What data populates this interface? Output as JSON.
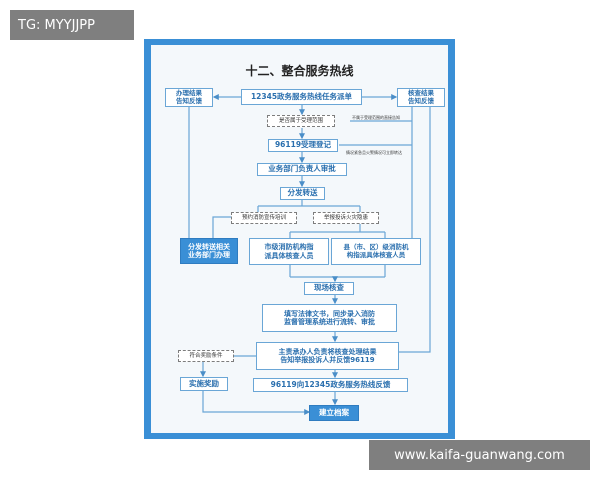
{
  "title": "十二、整合服务热线",
  "watermarks": {
    "top_left": "TG: MYYJJPP",
    "bottom_right": "www.kaifa-guanwang.com"
  },
  "nodes": {
    "dispatch": "12345政务服务热线任务派单",
    "result_left": [
      "办理结果",
      "告知反馈"
    ],
    "result_right": [
      "核查结果",
      "告知反馈"
    ],
    "scope_check": "是否属于受理范围",
    "register": "96119受理登记",
    "dept_review": "业务部门负责人审批",
    "distribute": "分发转送",
    "training": "预约消防宣传培训",
    "report_hazard": "举报投诉火灾隐患",
    "forward_dept": [
      "分发转送相关",
      "业务部门办理"
    ],
    "city_staff": [
      "市级消防机构指",
      "派具体核查人员"
    ],
    "county_staff": [
      "县（市、区）级消防机",
      "构指派具体核查人员"
    ],
    "site_check": "现场核查",
    "legal_docs": [
      "填写法律文书，同步录入消防",
      "监督管理系统进行流转、审批"
    ],
    "responsible": [
      "主责承办人负责将核查处理结果",
      "告知举报投诉人并反馈96119"
    ],
    "reward_condition": "符合奖励条件",
    "reward": "实施奖励",
    "feedback_12345": "96119向12345政务服务热线反馈",
    "archive": "建立档案"
  },
  "notes": {
    "not_in_scope": "不属于受理范围的直接告知",
    "urgent": "情况紧急且火警情况可立即转达"
  },
  "colors": {
    "frame": "#3a8fd6",
    "box_border": "#6aa6d6",
    "text_blue": "#2a6fae",
    "filled": "#3a8fd6",
    "watermark_bg": "#7f7f7f"
  }
}
